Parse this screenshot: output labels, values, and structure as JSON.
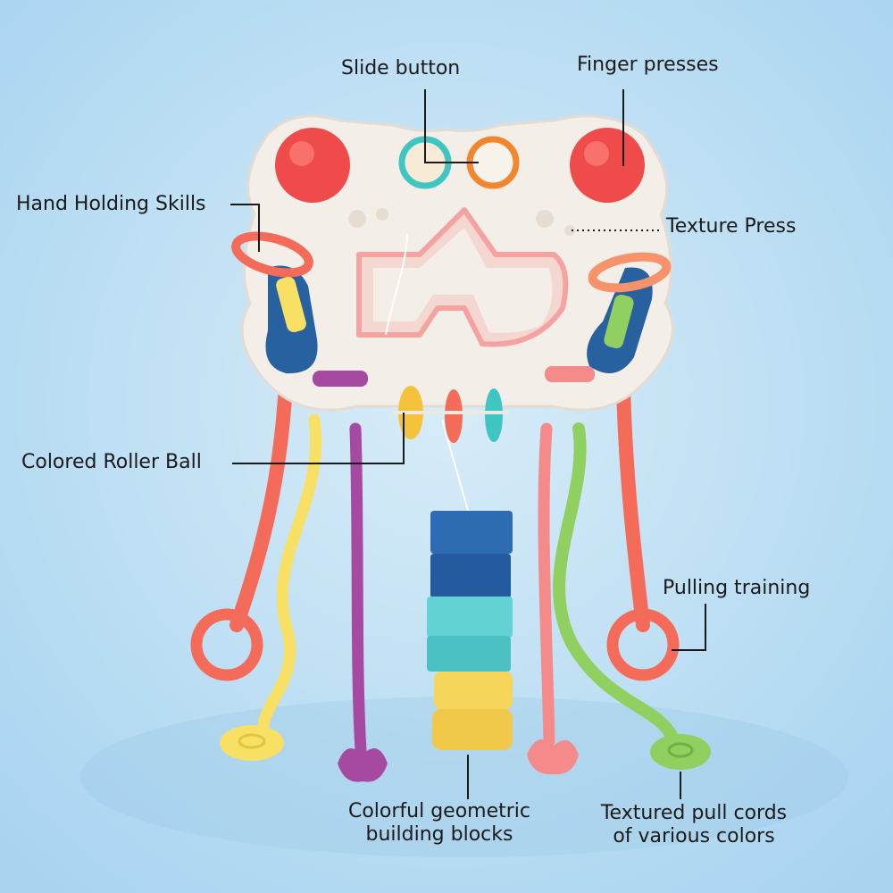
{
  "colors": {
    "background": "#b9ddf3",
    "background_light": "#d7ecf8",
    "board": "#f3eee8",
    "finger_press": "#f04b4b",
    "slide_ring_teal": "#3fc6c2",
    "slide_ring_orange": "#f2862c",
    "pink_outline": "#f4a3a0",
    "blue_gear": "#27619f",
    "cord_coral": "#f46b5a",
    "cord_yellow": "#f7e063",
    "cord_purple": "#a54aa0",
    "cord_pink": "#f58a8a",
    "cord_green": "#8fd061",
    "block_blue": "#2d6bb3",
    "block_teal": "#62d2d3",
    "block_yellow": "#f6d65a",
    "label_text": "#1a1a1a"
  },
  "callouts": {
    "slide_button": "Slide button",
    "finger_presses": "Finger presses",
    "hand_holding_skills": "Hand Holding Skills",
    "texture_press": "Texture Press",
    "colored_roller_ball": "Colored Roller Ball",
    "pulling_training": "Pulling training",
    "building_blocks_line1": "Colorful geometric",
    "building_blocks_line2": "building blocks",
    "pull_cords_line1": "Textured pull cords",
    "pull_cords_line2": "of various colors"
  }
}
